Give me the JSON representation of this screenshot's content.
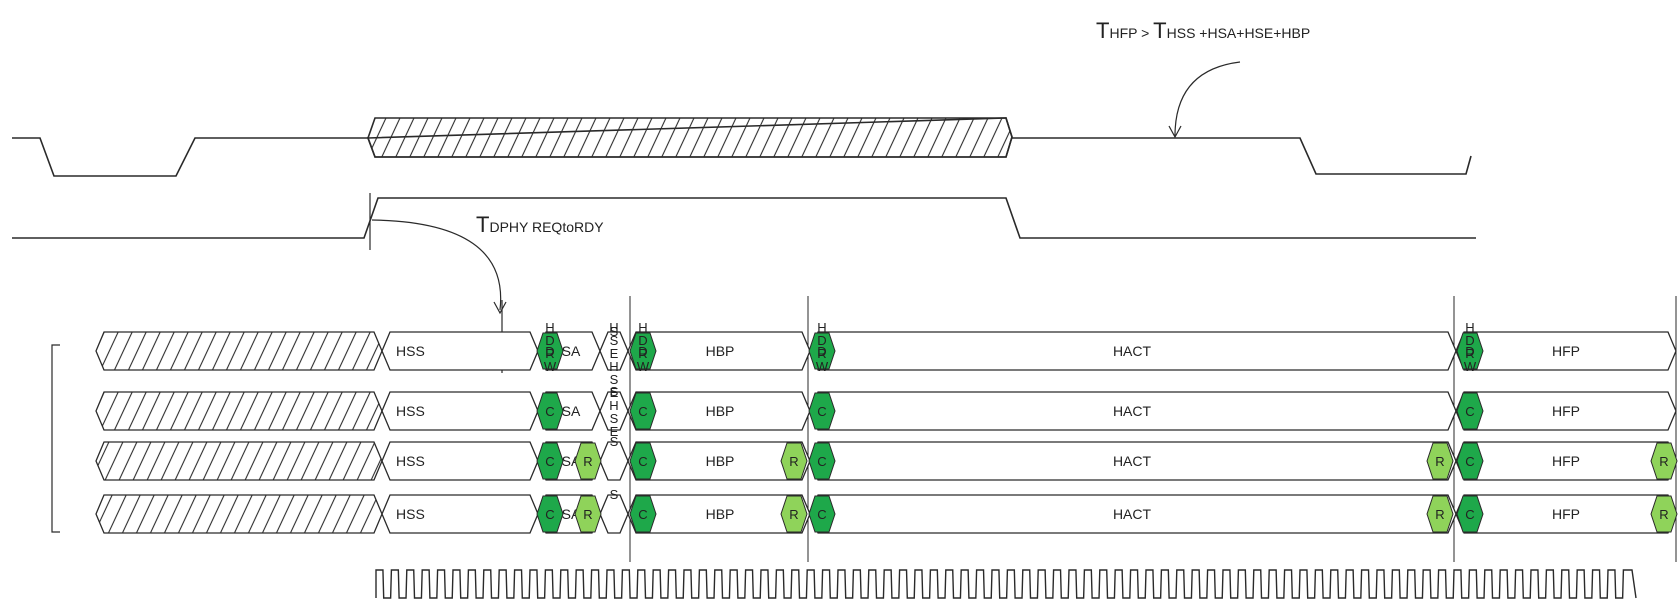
{
  "annotations": {
    "hfp_big": "T",
    "hfp_small1": "HFP",
    "hfp_gt": " > ",
    "hfp_big2": "T",
    "hfp_small2": "HSS +HSA+HSE+HBP",
    "dphy_big": "T",
    "dphy_small": "DPHY REQtoRDY"
  },
  "lane_labels": {
    "hss": "HSS",
    "hsa_tail": "SA",
    "hbp": "HBP",
    "hact": "HACT",
    "hfp": "HFP"
  },
  "small_labels": {
    "h": "H",
    "d": "D",
    "r": "R",
    "w": "W",
    "c": "C",
    "s": "S",
    "e": "E"
  },
  "colors": {
    "line": "#2a2a2a",
    "dark_green": "#1ea84a",
    "light_green": "#8fd35a"
  }
}
